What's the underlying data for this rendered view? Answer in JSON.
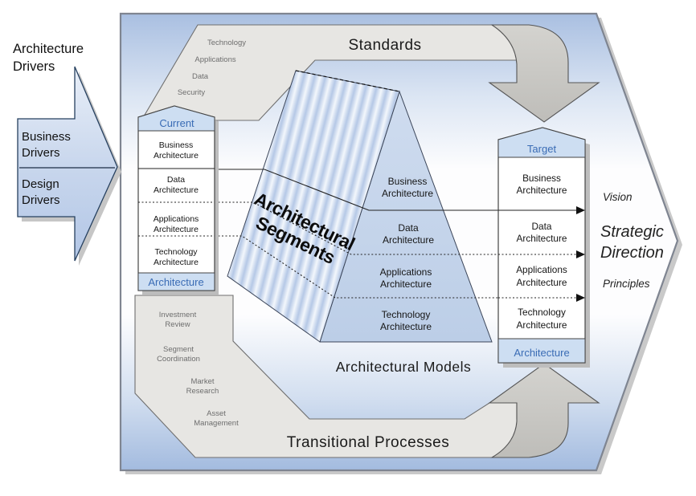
{
  "colors": {
    "blue_text": "#3a6cb5",
    "band_gray": "#e7e6e3",
    "arrow_gray": "#c8c7c3",
    "pyramid_blue": "#c3d4ea",
    "header_blue": "#cddef2",
    "bg_blue": "#a9bfe1"
  },
  "outside": {
    "architecture_drivers": [
      "Architecture",
      "Drivers"
    ],
    "vision": "Vision",
    "strategic": [
      "Strategic",
      "Direction"
    ],
    "principles": "Principles"
  },
  "left_arrow": {
    "business": [
      "Business",
      "Drivers"
    ],
    "design": [
      "Design",
      "Drivers"
    ]
  },
  "standards_band": {
    "title": "Standards",
    "layers": [
      "Technology",
      "Applications",
      "Data",
      "Security"
    ]
  },
  "transitional_band": {
    "title": "Transitional Processes",
    "processes": [
      [
        "Investment",
        "Review"
      ],
      [
        "Segment",
        "Coordination"
      ],
      [
        "Market",
        "Research"
      ],
      [
        "Asset",
        "Management"
      ]
    ]
  },
  "current_column": {
    "header": "Current",
    "rows": [
      [
        "Business",
        "Architecture"
      ],
      [
        "Data",
        "Architecture"
      ],
      [
        "Applications",
        "Architecture"
      ],
      [
        "Technology",
        "Architecture"
      ]
    ],
    "footer": "Architecture"
  },
  "target_column": {
    "header": "Target",
    "rows": [
      [
        "Business",
        "Architecture"
      ],
      [
        "Data",
        "Architecture"
      ],
      [
        "Applications",
        "Architecture"
      ],
      [
        "Technology",
        "Architecture"
      ]
    ],
    "footer": "Architecture"
  },
  "pyramid": {
    "label": [
      "Architectural",
      "Segments"
    ],
    "rows": [
      [
        "Business",
        "Architecture"
      ],
      [
        "Data",
        "Architecture"
      ],
      [
        "Applications",
        "Architecture"
      ],
      [
        "Technology",
        "Architecture"
      ]
    ],
    "caption": "Architectural Models"
  }
}
